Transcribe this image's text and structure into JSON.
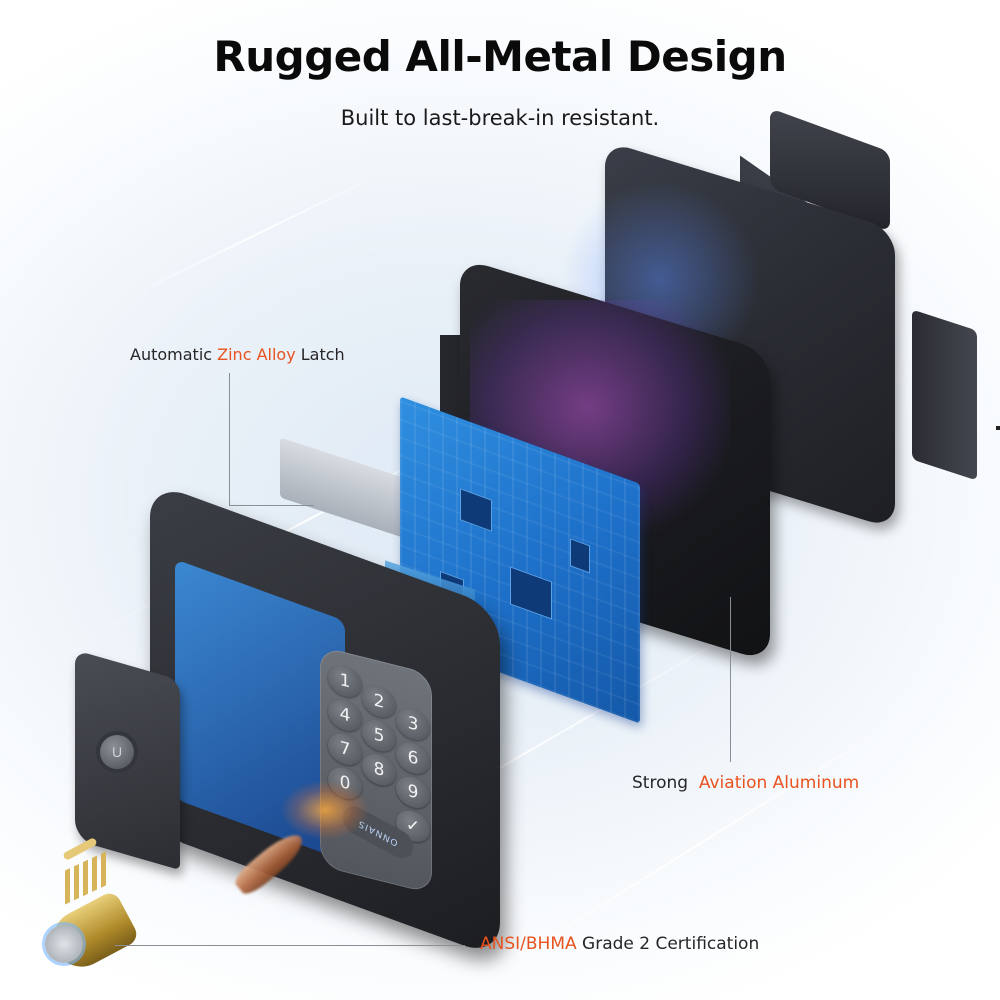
{
  "header": {
    "title": "Rugged All-Metal Design",
    "subtitle": "Built to last-break-in resistant."
  },
  "callouts": [
    {
      "id": "latch",
      "prefix": "Automatic ",
      "highlight": "Zinc Alloy",
      "suffix": " Latch"
    },
    {
      "id": "aluminum",
      "prefix": "Strong  ",
      "highlight": "Aviation Aluminum",
      "suffix": ""
    },
    {
      "id": "certification",
      "prefix": "",
      "highlight": "ANSI/BHMA",
      "suffix": " Grade 2 Certification"
    }
  ],
  "keypad": {
    "keys": [
      "1",
      "2",
      "3",
      "4",
      "5",
      "6",
      "7",
      "8",
      "9",
      "0",
      "✓"
    ],
    "brand": "ONNAIS",
    "handle_icon": "U"
  },
  "colors": {
    "accent": "#e8521e",
    "text": "#1a1a1a",
    "background": "#eaf1f8"
  }
}
